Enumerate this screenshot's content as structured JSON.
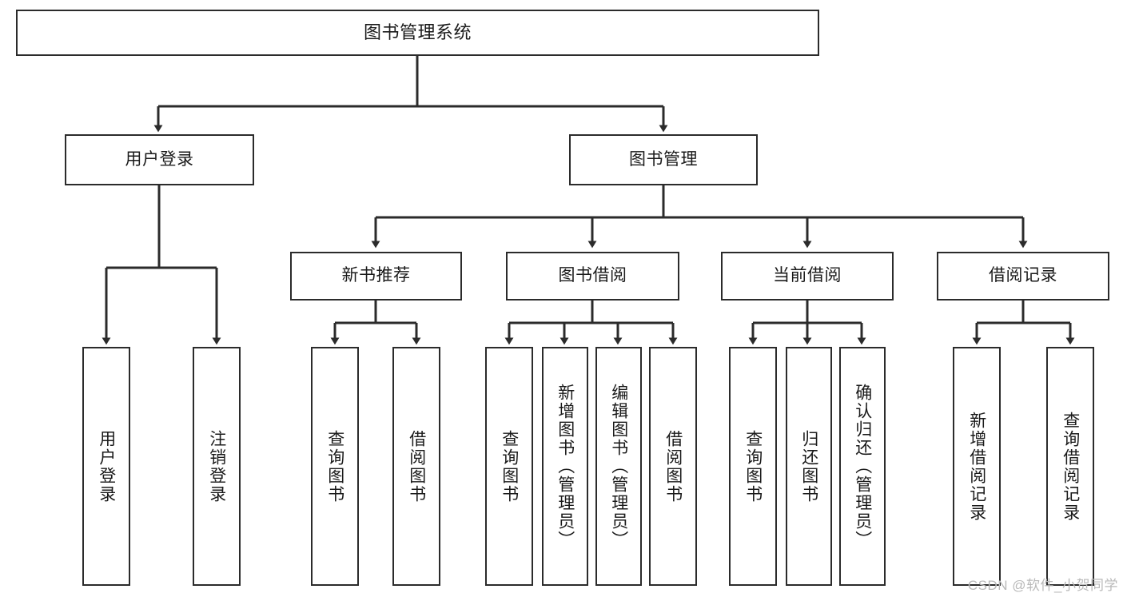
{
  "diagram": {
    "title": "图书管理系统",
    "watermark": "CSDN @软件_小贺同学",
    "line_color": "#2b2b2b",
    "box_fill": "#ffffff",
    "text_color": "#1a1a1a",
    "watermark_color": "#b9b9b9",
    "nodes": {
      "root": {
        "label": "图书管理系统",
        "level": 1
      },
      "user_login": {
        "label": "用户登录",
        "level": 2
      },
      "book_manage": {
        "label": "图书管理",
        "level": 2
      },
      "new_book_rec": {
        "label": "新书推荐",
        "level": 3
      },
      "book_borrow": {
        "label": "图书借阅",
        "level": 3
      },
      "current_borrow": {
        "label": "当前借阅",
        "level": 3
      },
      "borrow_record": {
        "label": "借阅记录",
        "level": 3
      },
      "leaf_user_login": {
        "label": "用户登录",
        "level": 4
      },
      "leaf_logout": {
        "label": "注销登录",
        "level": 4
      },
      "leaf_query_book_1": {
        "label": "查询图书",
        "level": 4
      },
      "leaf_borrow_book_1": {
        "label": "借阅图书",
        "level": 4
      },
      "leaf_query_book_2": {
        "label": "查询图书",
        "level": 4
      },
      "leaf_add_book": {
        "label": "新增图书（管理员）",
        "level": 4
      },
      "leaf_edit_book": {
        "label": "编辑图书（管理员）",
        "level": 4
      },
      "leaf_borrow_book_2": {
        "label": "借阅图书",
        "level": 4
      },
      "leaf_query_book_3": {
        "label": "查询图书",
        "level": 4
      },
      "leaf_return_book": {
        "label": "归还图书",
        "level": 4
      },
      "leaf_confirm_return": {
        "label": "确认归还（管理员）",
        "level": 4
      },
      "leaf_add_record": {
        "label": "新增借阅记录",
        "level": 4
      },
      "leaf_query_record": {
        "label": "查询借阅记录",
        "level": 4
      }
    }
  }
}
